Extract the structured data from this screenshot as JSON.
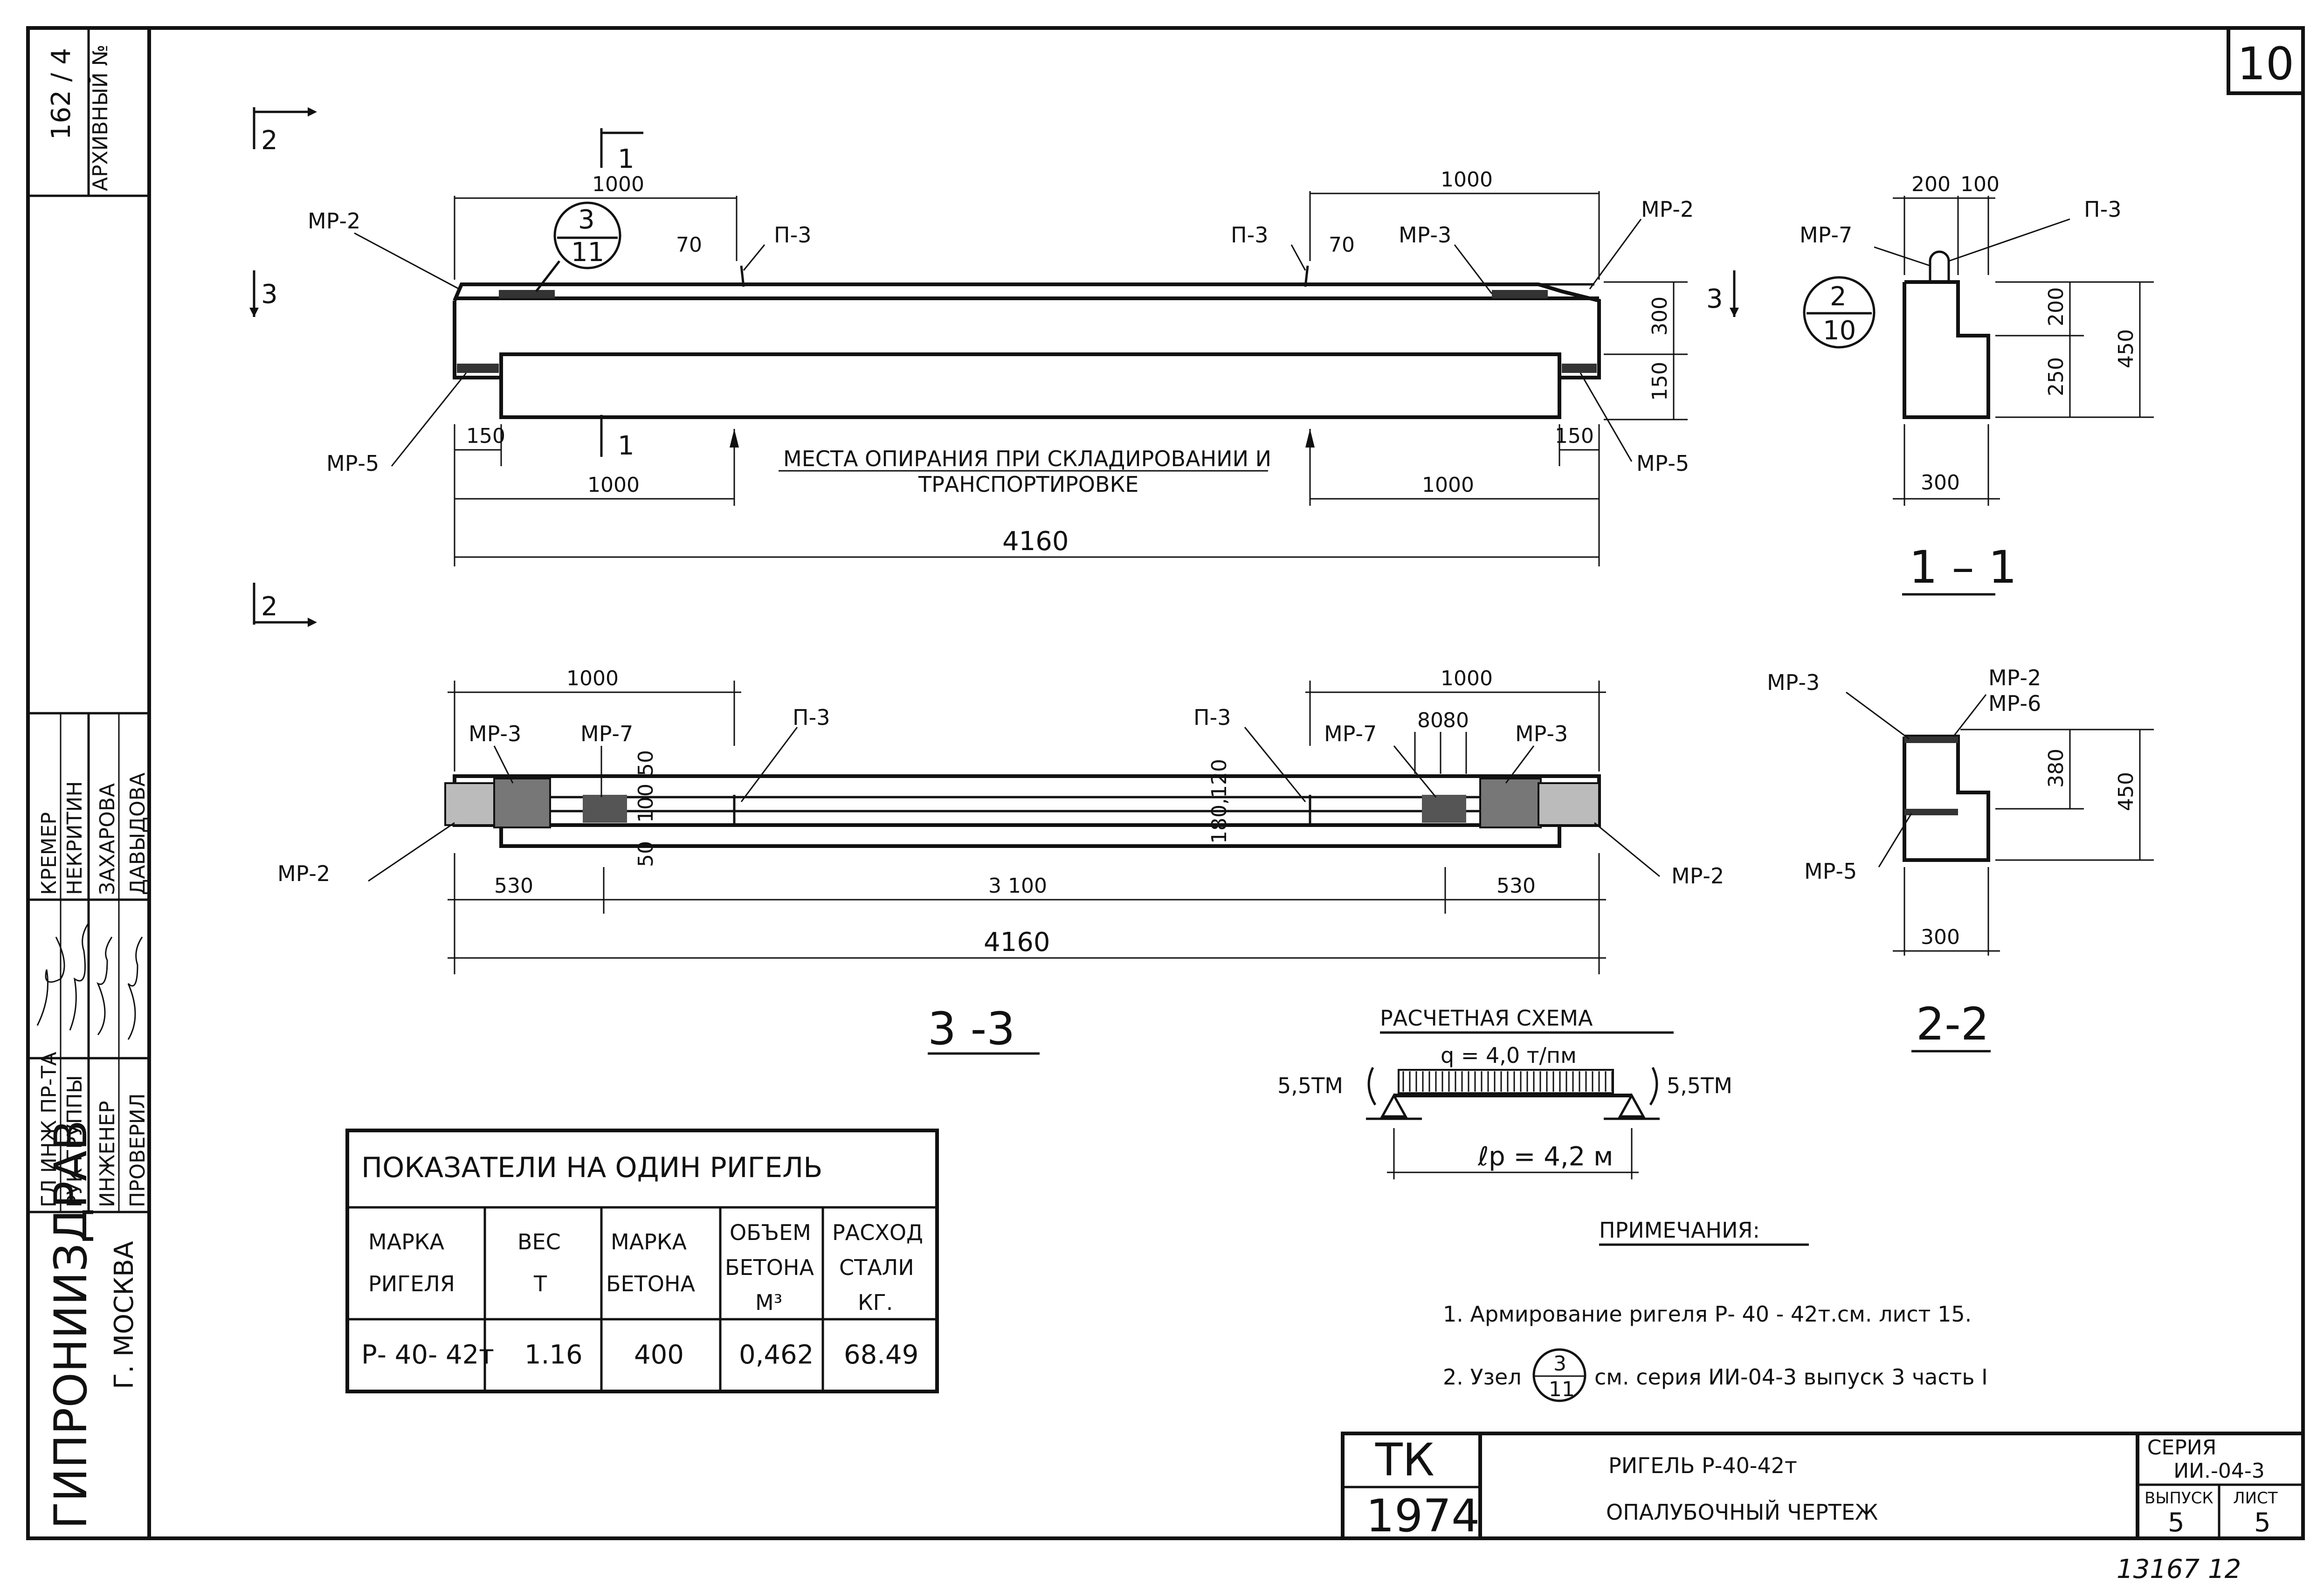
{
  "sheet_number": "10",
  "archive": {
    "number": "162 / 4",
    "label": "АРХИВНЫЙ №"
  },
  "sidebar": {
    "org": "ГИПРОНИИЗДРАВ",
    "city": "Г. МОСКВА",
    "roles": [
      "ГЛ ИНЖ ПР-ТА",
      "РУК ГРУППЫ",
      "ИНЖЕНЕР",
      "ПРОВЕРИЛ"
    ],
    "names": [
      "КРЕМЕР",
      "НЕКРИТИН",
      "ЗАХАРОВА",
      "ДАВЫДОВА"
    ]
  },
  "section_marks": {
    "s1": "1",
    "s2": "2",
    "s3": "3"
  },
  "elevation": {
    "dims": {
      "top_left": "1000",
      "top_right": "1000",
      "bottom_left": "1000",
      "bottom_right": "1000",
      "total": "4160",
      "d70a": "70",
      "d70b": "70",
      "h300": "300",
      "h150": "150",
      "e150a": "150",
      "e150b": "150"
    },
    "labels": {
      "mp2_left": "МР-2",
      "mp2_right": "МР-2",
      "p3_left": "П-3",
      "p3_right": "П-3",
      "mp3": "МР-3",
      "mp5_left": "МР-5",
      "mp5_right": "МР-5"
    },
    "node": {
      "top": "3",
      "bottom": "11"
    },
    "support_note_1": "МЕСТА ОПИРАНИЯ ПРИ СКЛАДИРОВАНИИ И",
    "support_note_2": "ТРАНСПОРТИРОВКЕ"
  },
  "section_1_1": {
    "title": "1 – 1",
    "dims": {
      "w200": "200",
      "w100": "100",
      "h200": "200",
      "h250": "250",
      "h450": "450",
      "w300": "300"
    },
    "labels": {
      "mp7": "МР-7",
      "p3": "П-3"
    },
    "node": {
      "top": "2",
      "bottom": "10"
    }
  },
  "plan_3_3": {
    "title": "3 -3",
    "dims": {
      "top_left": "1000",
      "top_right": "1000",
      "d50a": "50",
      "d100": "100",
      "d50b": "50",
      "d180": "180,120",
      "d80a": "80",
      "d80b": "80",
      "b530a": "530",
      "b3100": "3 100",
      "b530b": "530",
      "total": "4160"
    },
    "labels": {
      "mp3_left": "МР-3",
      "mp7_left": "МР-7",
      "p3_left": "П-3",
      "p3_right": "П-3",
      "mp7_right": "МР-7",
      "mp3_right": "МР-3",
      "mp2_left": "МР-2",
      "mp2_right": "МР-2"
    }
  },
  "section_2_2": {
    "title": "2-2",
    "dims": {
      "h380": "380",
      "h450": "450",
      "w300": "300"
    },
    "labels": {
      "mp3": "МР-3",
      "mp2": "МР-2",
      "mp6": "МР-6",
      "mp5": "МР-5"
    }
  },
  "scheme": {
    "title": "РАСЧЕТНАЯ СХЕМА",
    "load": "q = 4,0 т/пм",
    "moment_left": "5,5ТМ",
    "moment_right": "5,5ТМ",
    "span": "ℓр = 4,2 м"
  },
  "table": {
    "title": "ПОКАЗАТЕЛИ НА ОДИН РИГЕЛЬ",
    "headers": [
      [
        "МАРКА",
        "РИГЕЛЯ"
      ],
      [
        "ВЕС",
        "Т"
      ],
      [
        "МАРКА",
        "БЕТОНА"
      ],
      [
        "ОБЪЕМ",
        "БЕТОНА",
        "М³"
      ],
      [
        "РАСХОД",
        "СТАЛИ",
        "КГ."
      ]
    ],
    "row": [
      "Р- 40- 42т",
      "1.16",
      "400",
      "0,462",
      "68.49"
    ]
  },
  "notes": {
    "title": "ПРИМЕЧАНИЯ:",
    "n1": "1. Армирование ригеля Р- 40 - 42т.см. лист 15.",
    "n2a": "2. Узел",
    "n2b": "см. серия  ИИ-04-3  выпуск 3  часть I",
    "node_top": "3",
    "node_bottom": "11"
  },
  "title_block": {
    "tk": "ТК",
    "year": "1974",
    "name1": "РИГЕЛЬ Р-40-42т",
    "name2": "ОПАЛУБОЧНЫЙ ЧЕРТЕЖ",
    "series_label": "СЕРИЯ",
    "series": "ИИ.-04-3",
    "issue_label": "ВЫПУСК",
    "sheet_label": "ЛИСТ",
    "issue": "5",
    "sheet": "5"
  },
  "footer_number": "13167 12"
}
